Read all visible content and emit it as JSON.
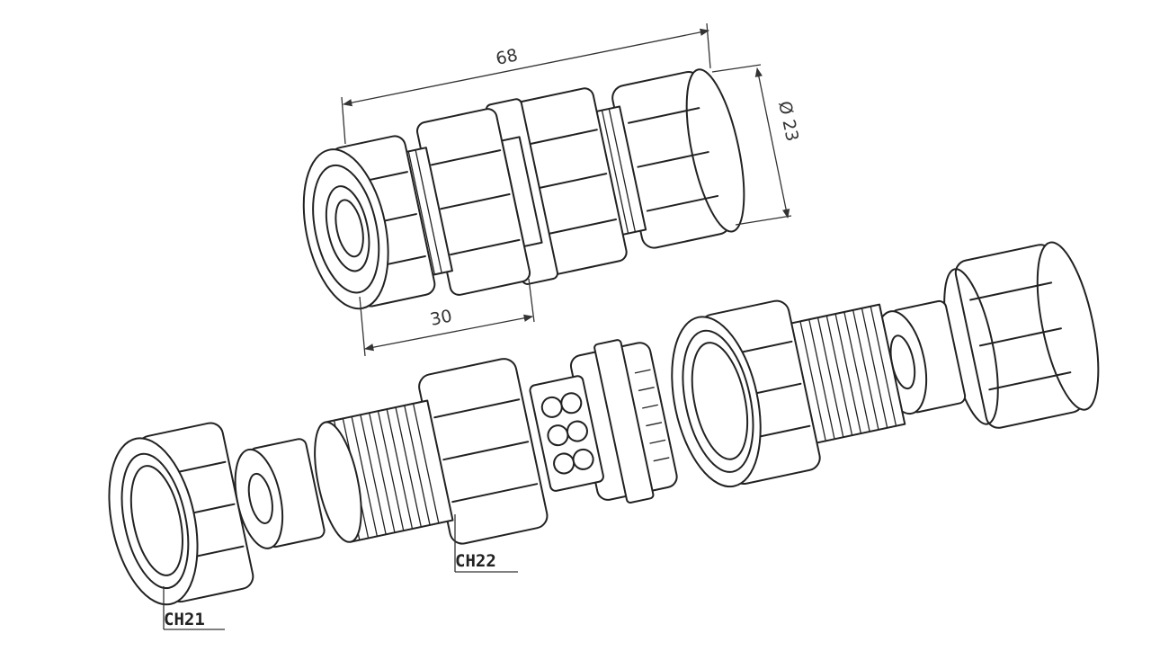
{
  "dimensions": {
    "total_length": "68",
    "diameter": "Ø 23",
    "half_length": "30"
  },
  "labels": {
    "ch21": "CH21",
    "ch22": "CH22"
  },
  "colors": {
    "line": "#222222",
    "background": "#ffffff"
  }
}
